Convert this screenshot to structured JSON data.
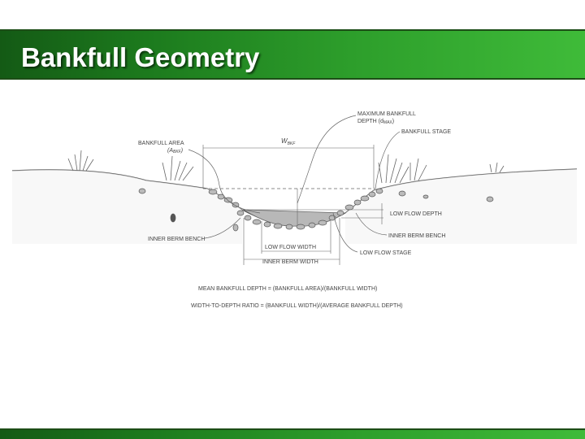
{
  "slide": {
    "title": "Bankfull Geometry"
  },
  "diagram": {
    "labels": {
      "max_depth_line1": "MAXIMUM BANKFULL",
      "max_depth_line2": "DEPTH (d",
      "max_depth_sub": "MAX",
      "max_depth_end": ")",
      "bankfull_stage": "BANKFULL STAGE",
      "bankfull_area": "BANKFULL AREA",
      "area_open": "(A",
      "area_sub": "BKF",
      "area_close": ")",
      "width_w": "W",
      "width_sub": "BKF",
      "low_flow_depth": "LOW FLOW DEPTH",
      "inner_berm_bench_right": "INNER BERM BENCH",
      "inner_berm_bench_left": "INNER BERM BENCH",
      "low_flow_stage": "LOW FLOW STAGE",
      "low_flow_width": "LOW FLOW WIDTH",
      "inner_berm_width": "INNER BERM WIDTH"
    },
    "formulas": {
      "mean_depth": "MEAN BANKFULL DEPTH = (BANKFULL AREA)/(BANKFULL WIDTH)",
      "ratio": "WIDTH-TO-DEPTH RATIO = (BANKFULL WIDTH)/(AVERAGE BANKFULL DEPTH)"
    }
  },
  "colors": {
    "accent_dark": "#145a15",
    "accent_light": "#3fbb39",
    "water": "#b8b8b8",
    "line": "#555555"
  }
}
